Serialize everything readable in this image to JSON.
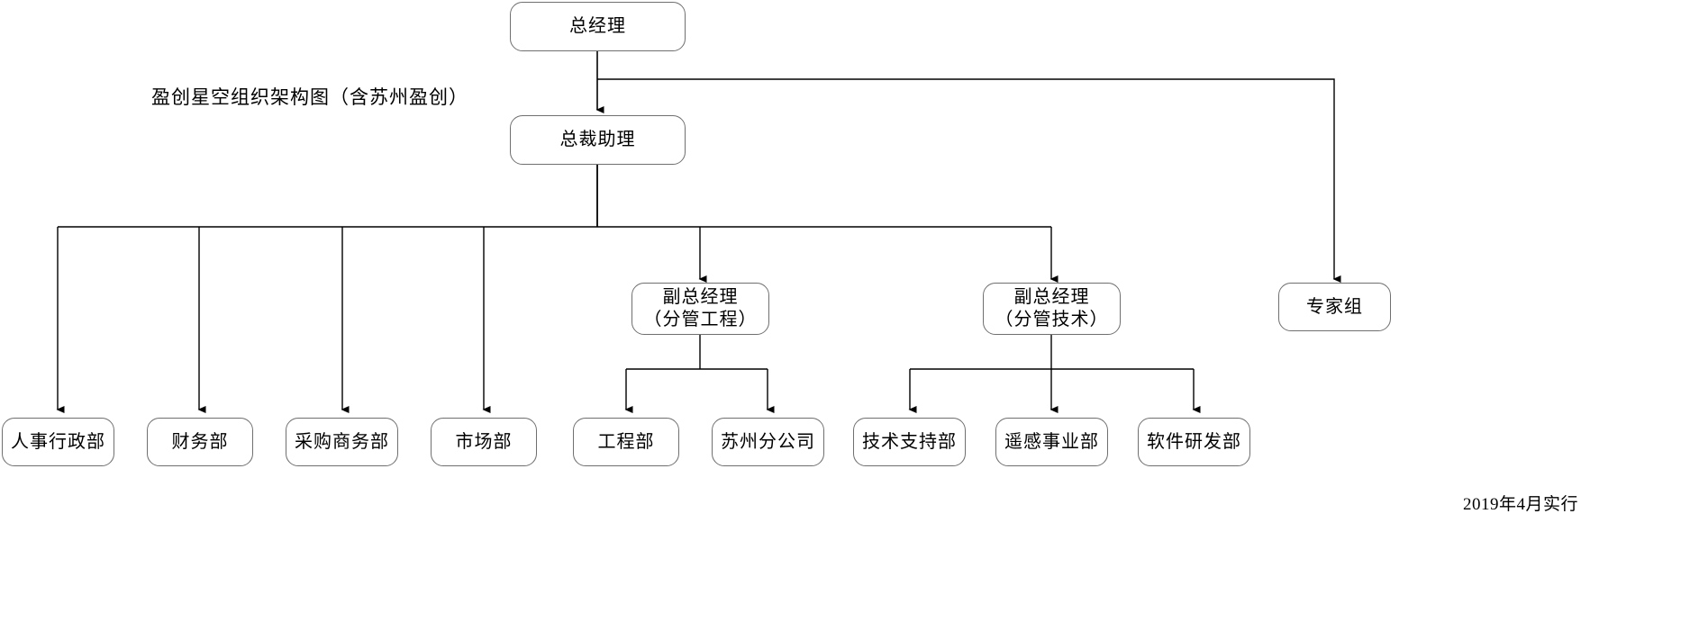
{
  "chart_meta": {
    "type": "org-chart",
    "title": "盈创星空组织架构图（含苏州盈创）",
    "footer": "2019年4月实行",
    "line_color": "#000000",
    "node_border_color": "#6f6f6f",
    "background": "#ffffff"
  },
  "nodes": {
    "general_manager": {
      "label": "总经理"
    },
    "president_assistant": {
      "label": "总裁助理"
    },
    "deputy_gm_engineering": {
      "line1": "副总经理",
      "line2": "（分管工程）"
    },
    "deputy_gm_technology": {
      "line1": "副总经理",
      "line2": "（分管技术）"
    },
    "expert_group": {
      "label": "专家组"
    }
  },
  "departments": [
    {
      "id": "hr-admin",
      "label": "人事行政部"
    },
    {
      "id": "finance",
      "label": "财务部"
    },
    {
      "id": "procurement",
      "label": "采购商务部"
    },
    {
      "id": "marketing",
      "label": "市场部"
    },
    {
      "id": "engineering",
      "label": "工程部"
    },
    {
      "id": "suzhou-branch",
      "label": "苏州分公司"
    },
    {
      "id": "tech-support",
      "label": "技术支持部"
    },
    {
      "id": "remote-sensing",
      "label": "遥感事业部"
    },
    {
      "id": "software-rd",
      "label": "软件研发部"
    }
  ]
}
